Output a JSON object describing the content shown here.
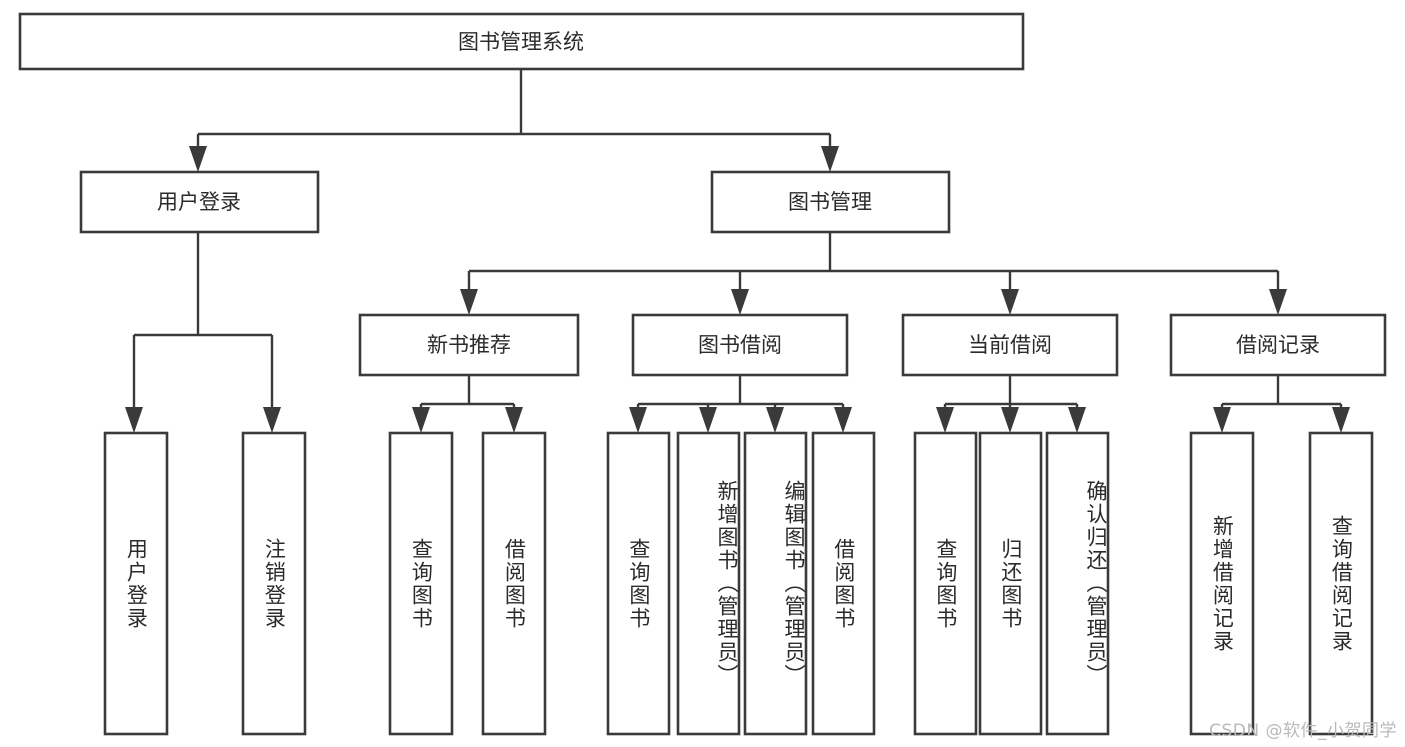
{
  "diagram": {
    "type": "tree-hierarchy",
    "title": "图书管理系统",
    "orientation": "top-down",
    "colors": {
      "background": "#ffffff",
      "box_fill": "#ffffff",
      "box_stroke": "#3a3a3a",
      "connector": "#3a3a3a",
      "text": "#2b2b2b",
      "watermark": "#b9b9b9"
    },
    "root": {
      "label": "图书管理系统"
    },
    "level2": [
      {
        "label": "用户登录"
      },
      {
        "label": "图书管理"
      }
    ],
    "level3": [
      {
        "label": "新书推荐"
      },
      {
        "label": "图书借阅"
      },
      {
        "label": "当前借阅"
      },
      {
        "label": "借阅记录"
      }
    ],
    "leaves": {
      "user_login": [
        {
          "label": "用户登录"
        },
        {
          "label": "注销登录"
        }
      ],
      "new_book_recommend": [
        {
          "label": "查询图书"
        },
        {
          "label": "借阅图书"
        }
      ],
      "book_borrow": [
        {
          "label": "查询图书"
        },
        {
          "label": "新增图书（管理员）"
        },
        {
          "label": "编辑图书（管理员）"
        },
        {
          "label": "借阅图书"
        }
      ],
      "current_borrow": [
        {
          "label": "查询图书"
        },
        {
          "label": "归还图书"
        },
        {
          "label": "确认归还（管理员）"
        }
      ],
      "borrow_record": [
        {
          "label": "新增借阅记录"
        },
        {
          "label": "查询借阅记录"
        }
      ]
    },
    "watermark": "CSDN @软件_小贺同学"
  }
}
